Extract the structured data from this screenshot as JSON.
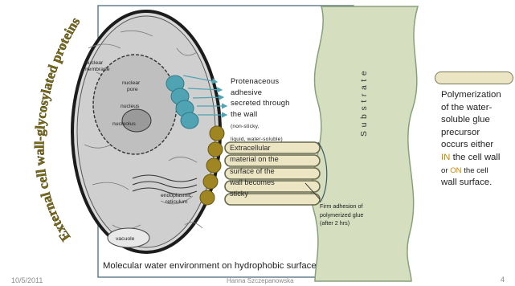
{
  "arc_title": "External cell wall-glycosylated proteins",
  "adhesive_text": "Protenaceous\nadhesive\nsecreted through\nthe wall",
  "adhesive_small": "(non-sticky,\nliquid, water-soluble)",
  "extracellular_text": "Extracellular\nmaterial on the\nsurface of the\nwall becomes\nsticky",
  "firm_adhesion": "Firm adhesion of\npolymerized glue\n(after 2 hrs)",
  "substrate_label": "Substrate",
  "polymerization": {
    "line1": "Polymerization\nof  the water-\nsoluble glue\nprecursor\noccurs either",
    "in_word": "IN",
    "mid": " the cell wall",
    "or_word": "or ",
    "on_word": "ON",
    "end_small": " the cell",
    "last": "wall surface."
  },
  "environment_caption": "Molecular water environment on hydrophobic surface",
  "footer": {
    "date": "10/5/2011",
    "author": "Hanna Szczepanowska",
    "page": "4"
  },
  "cell_labels": [
    "nuclear membrane",
    "nuclear pore",
    "nucleus",
    "nucleolus",
    "endoplasmic reticulum",
    "vacuole"
  ],
  "colors": {
    "blue": "#4fa3b3",
    "olive": "#a08623",
    "pill_fill": "#ece5c4",
    "substrate_fill": "#d5dfc0",
    "accent": "#c88a00"
  }
}
